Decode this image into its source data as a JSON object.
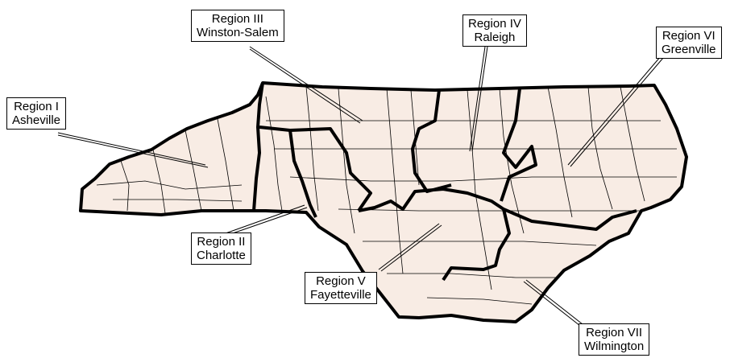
{
  "map": {
    "fill_color": "#f8ece4",
    "border_color": "#000000",
    "regions": [
      {
        "id": "region-i",
        "name": "Region I",
        "city": "Asheville"
      },
      {
        "id": "region-ii",
        "name": "Region II",
        "city": "Charlotte"
      },
      {
        "id": "region-iii",
        "name": "Region III",
        "city": "Winston-Salem"
      },
      {
        "id": "region-iv",
        "name": "Region IV",
        "city": "Raleigh"
      },
      {
        "id": "region-v",
        "name": "Region V",
        "city": "Fayetteville"
      },
      {
        "id": "region-vi",
        "name": "Region VI",
        "city": "Greenville"
      },
      {
        "id": "region-vii",
        "name": "Region VII",
        "city": "Wilmington"
      }
    ]
  }
}
